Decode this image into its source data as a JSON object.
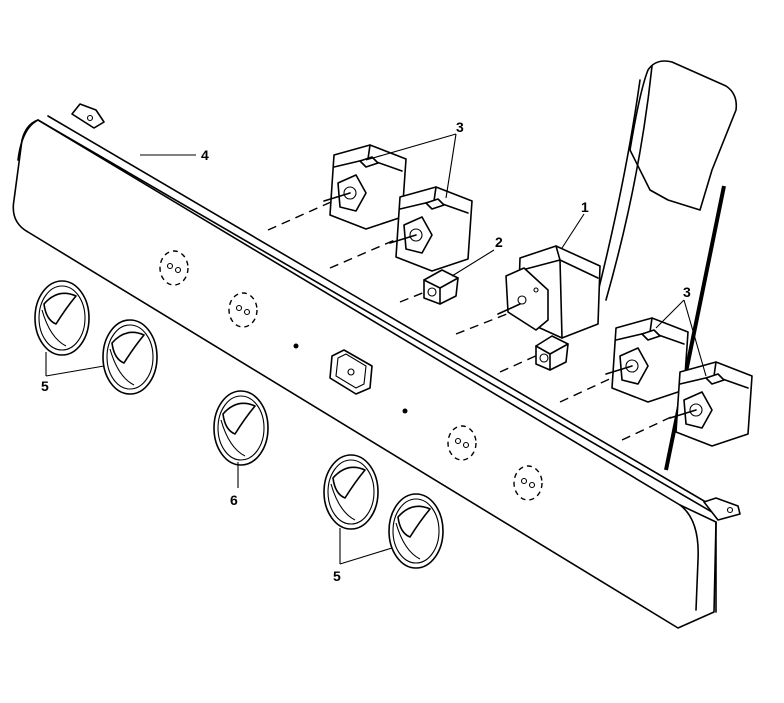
{
  "diagram": {
    "callouts": {
      "c1": "1",
      "c2": "2",
      "c3a": "3",
      "c3b": "3",
      "c4": "4",
      "c5a": "5",
      "c5b": "5",
      "c6": "6"
    }
  }
}
